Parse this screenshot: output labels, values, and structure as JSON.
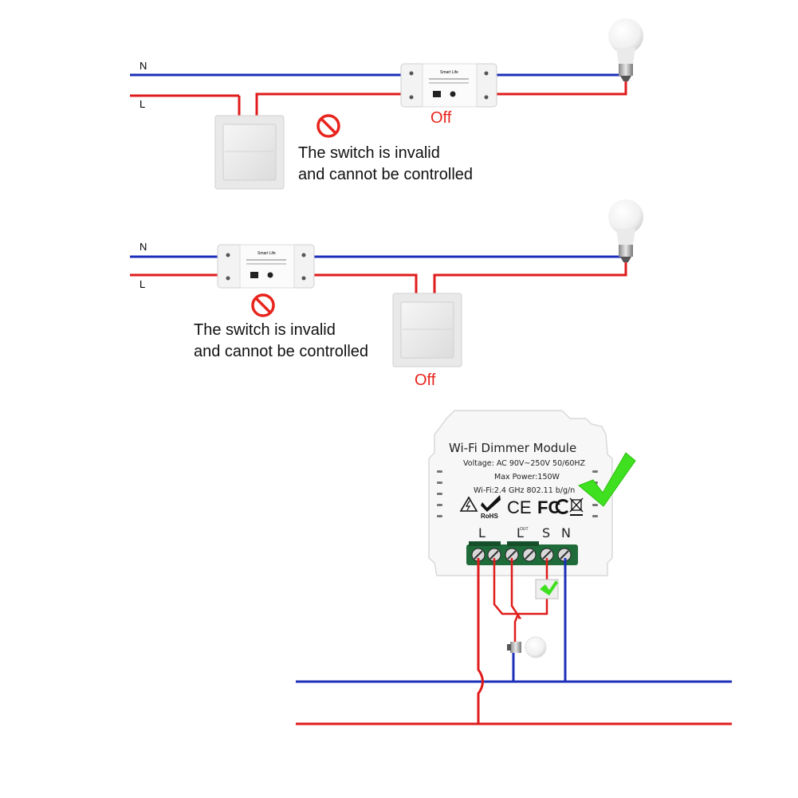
{
  "diagram1": {
    "n_label": "N",
    "l_label": "L",
    "relay_brand": "Smart Life",
    "off_label": "Off",
    "invalid_line1": "The switch is invalid",
    "invalid_line2": "and cannot be controlled"
  },
  "diagram2": {
    "n_label": "N",
    "l_label": "L",
    "relay_brand": "Smart Life",
    "off_label": "Off",
    "invalid_line1": "The switch is invalid",
    "invalid_line2": "and cannot be controlled"
  },
  "module": {
    "title": "Wi-Fi Dimmer Module",
    "voltage": "Voltage: AC 90V~250V  50/60HZ",
    "max_power": "Max Power:150W",
    "wifi": "Wi-Fi:2.4 GHz    802.11 b/g/n",
    "terminals": {
      "l": "L",
      "l_out": "L",
      "out_tag": "OUT",
      "s": "S",
      "n": "N"
    },
    "certifications": [
      "RoHS",
      "CE",
      "FC"
    ]
  },
  "colors": {
    "neutral_wire": "#1c2fb8",
    "live_wire": "#e01b1b",
    "check": "#3fe01f",
    "prohibit": "#e8241c",
    "terminal_block": "#1f6b3a"
  },
  "icons": [
    "prohibit-icon",
    "bulb-icon",
    "check-icon",
    "warning-icon",
    "weee-icon"
  ]
}
